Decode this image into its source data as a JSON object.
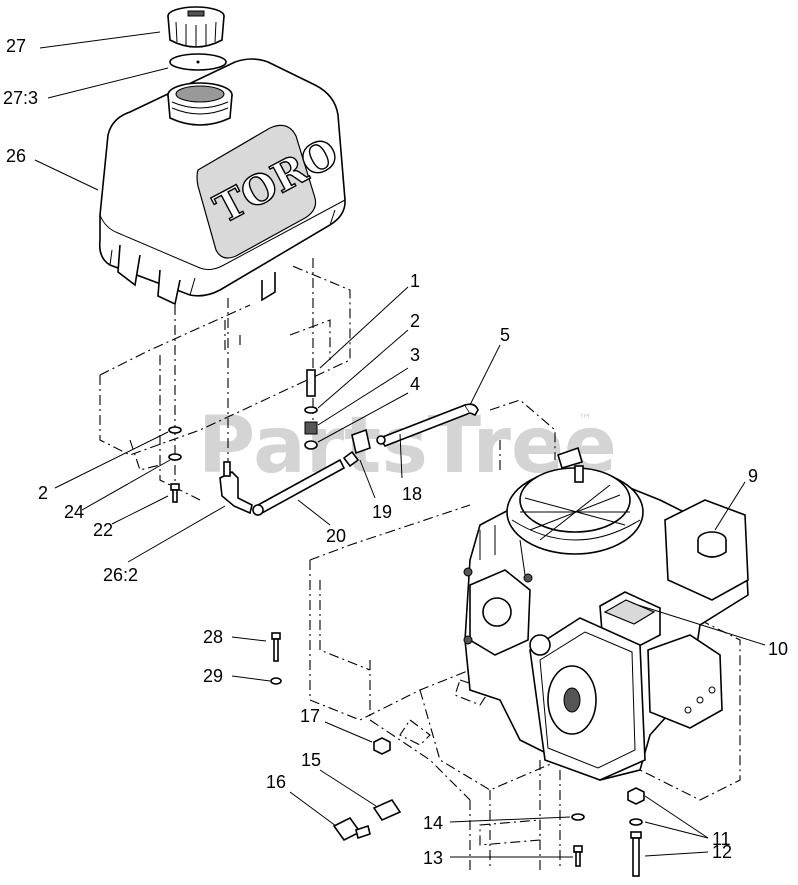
{
  "diagram": {
    "watermark": "PartsTree",
    "watermark_tm": "™",
    "tank_logo": "TORO",
    "callouts": [
      {
        "id": "c27",
        "label": "27"
      },
      {
        "id": "c27_3",
        "label": "27:3"
      },
      {
        "id": "c26",
        "label": "26"
      },
      {
        "id": "c1",
        "label": "1"
      },
      {
        "id": "c2a",
        "label": "2"
      },
      {
        "id": "c3",
        "label": "3"
      },
      {
        "id": "c4",
        "label": "4"
      },
      {
        "id": "c5",
        "label": "5"
      },
      {
        "id": "c2b",
        "label": "2"
      },
      {
        "id": "c24",
        "label": "24"
      },
      {
        "id": "c22",
        "label": "22"
      },
      {
        "id": "c18",
        "label": "18"
      },
      {
        "id": "c19",
        "label": "19"
      },
      {
        "id": "c20",
        "label": "20"
      },
      {
        "id": "c26_2",
        "label": "26:2"
      },
      {
        "id": "c9",
        "label": "9"
      },
      {
        "id": "c10",
        "label": "10"
      },
      {
        "id": "c28",
        "label": "28"
      },
      {
        "id": "c29",
        "label": "29"
      },
      {
        "id": "c17",
        "label": "17"
      },
      {
        "id": "c15",
        "label": "15"
      },
      {
        "id": "c16",
        "label": "16"
      },
      {
        "id": "c14",
        "label": "14"
      },
      {
        "id": "c13",
        "label": "13"
      },
      {
        "id": "c11",
        "label": "11"
      },
      {
        "id": "c12",
        "label": "12"
      }
    ]
  }
}
